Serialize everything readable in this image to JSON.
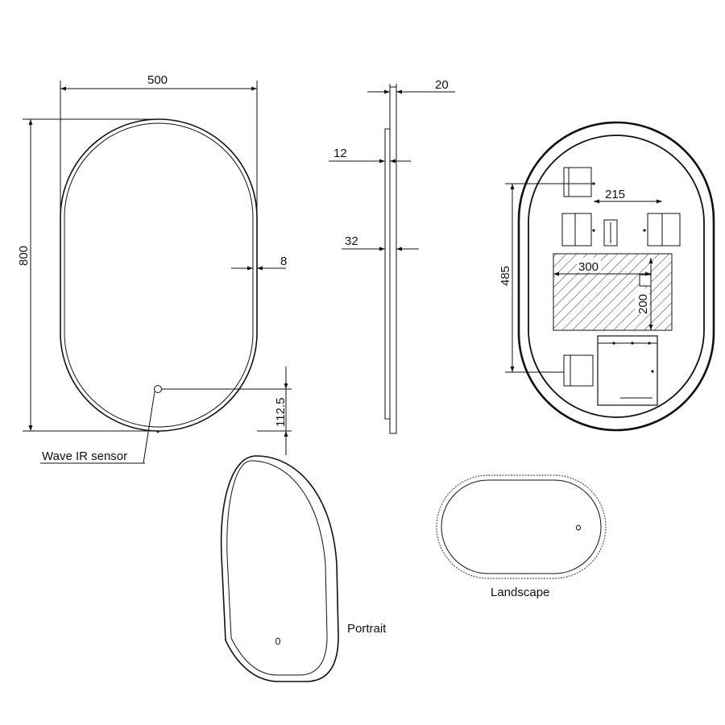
{
  "drawing": {
    "front_view": {
      "width_dim": "500",
      "height_dim": "800",
      "frame_dim": "8",
      "sensor_height_dim": "112.5",
      "sensor_label": "Wave IR sensor"
    },
    "side_view": {
      "depth_dim": "20",
      "dim_12": "12",
      "dim_32": "32"
    },
    "back_view": {
      "dim_215": "215",
      "dim_485": "485",
      "dim_300": "300",
      "dim_200": "200"
    },
    "orientations": {
      "portrait_label": "Portrait",
      "landscape_label": "Landscape"
    }
  }
}
